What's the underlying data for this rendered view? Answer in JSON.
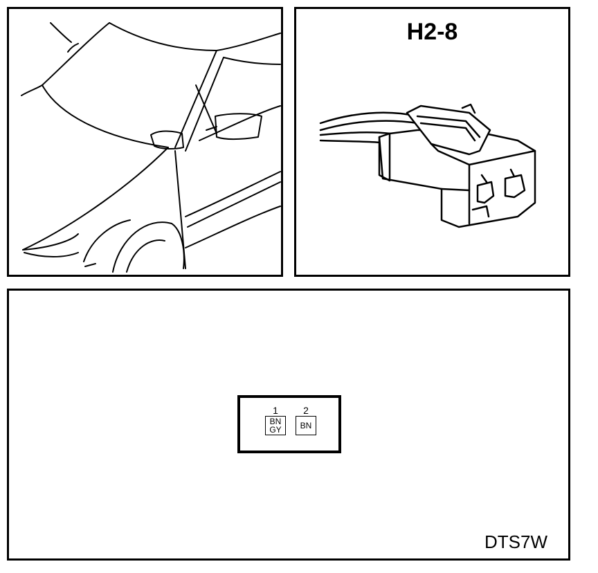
{
  "connector": {
    "id": "H2-8",
    "pins": [
      {
        "number": "1",
        "wire_top": "BN",
        "wire_bottom": "GY"
      },
      {
        "number": "2",
        "wire_top": "BN",
        "wire_bottom": ""
      }
    ]
  },
  "diagram_code": "DTS7W",
  "illustrations": {
    "location_view": "car-front-quarter-illustration",
    "connector_view": "two-pin-connector-illustration"
  }
}
